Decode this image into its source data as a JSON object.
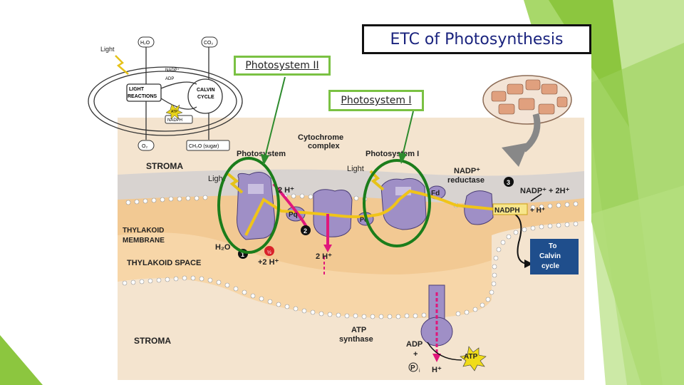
{
  "slide": {
    "title": "ETC of Photosynthesis",
    "labels": {
      "ps2": "Photosystem II",
      "ps1": "Photosystem I"
    }
  },
  "overview": {
    "light": "Light",
    "h2o": "H₂O",
    "co2": "CO₂",
    "nadp": "NADP⁺",
    "adp": "ADP",
    "light_reactions": [
      "LIGHT",
      "REACTIONS"
    ],
    "calvin_cycle": [
      "CALVIN",
      "CYCLE"
    ],
    "atp": "ATP",
    "nadph": "NADPH",
    "o2": "O₂",
    "sugar": "CH₂O (sugar)"
  },
  "diagram": {
    "stroma_top": "STROMA",
    "stroma_bottom": "STROMA",
    "thylakoid_membrane": [
      "THYLAKOID",
      "MEMBRANE"
    ],
    "thylakoid_space": "THYLAKOID SPACE",
    "photosystem_ii": "Photosystem",
    "photosystem_i": "Photosystem I",
    "cytochrome": [
      "Cytochrome",
      "complex"
    ],
    "nadp_reductase": [
      "NADP⁺",
      "reductase"
    ],
    "light_left": "Light",
    "light_right": "Light",
    "two_h_top": "2 H⁺",
    "pq": "Pq",
    "pc": "Pc",
    "fd": "Fd",
    "h2o": "H₂O",
    "half_o2": "½",
    "plus_2h": "+2 H⁺",
    "two_h_mid": "2 H⁺",
    "nadp_plus": "NADP⁺ + 2H⁺",
    "nadph": "NADPH",
    "plus_h": "+ H⁺",
    "to_calvin": [
      "To",
      "Calvin",
      "cycle"
    ],
    "atp_synthase": [
      "ATP",
      "synthase"
    ],
    "adp": "ADP",
    "plus": "+",
    "pi": "P",
    "pi_sub": "i",
    "h_plus": "H⁺",
    "atp": "ATP",
    "steps": [
      "1",
      "2",
      "3"
    ]
  },
  "colors": {
    "accent_green": "#7ac143",
    "oval_green": "#1b7d1b",
    "arrow_green": "#2e8b2e",
    "membrane_orange": "#f2c993",
    "protein_purple": "#9f8fc6",
    "to_calvin_bg": "#1f4e8c"
  }
}
